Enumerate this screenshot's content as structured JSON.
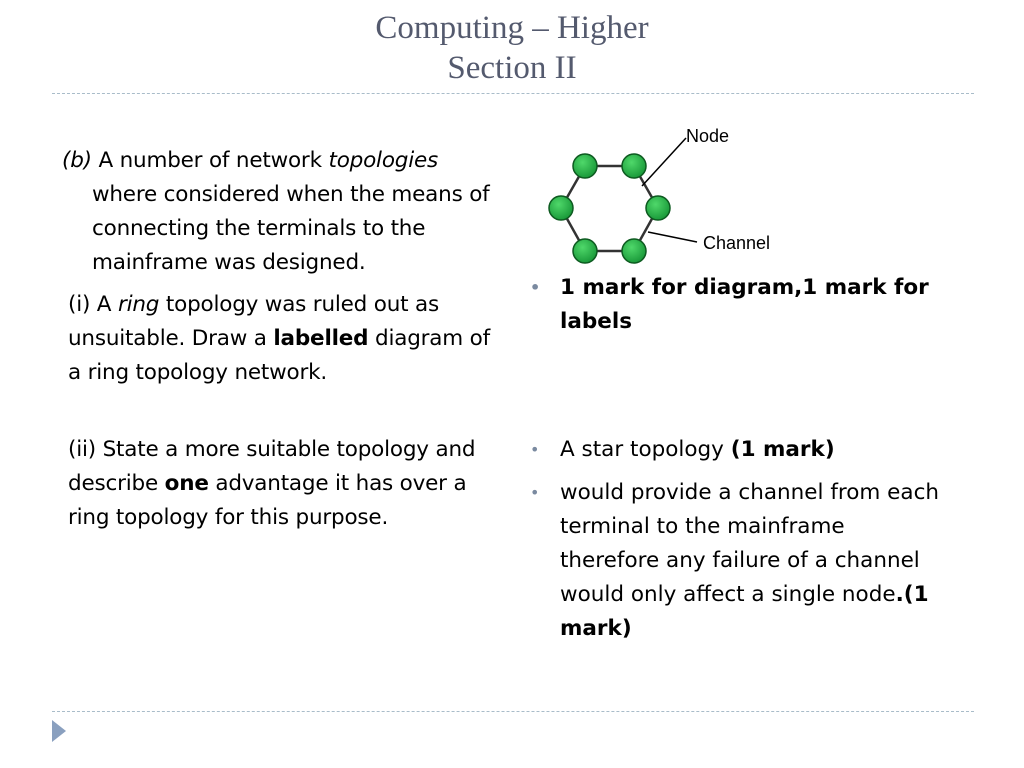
{
  "title": {
    "line1": "Computing – Higher",
    "line2": "Section II"
  },
  "question": {
    "b": {
      "label": "(b)",
      "text_pre": "A number of network",
      "text_italic": "topologies",
      "text_cont": "where considered when the means of connecting the terminals to the mainframe was designed."
    },
    "i": {
      "label": "(i)",
      "text_pre": "A",
      "text_italic": "ring",
      "text_mid": "topology was ruled out as unsuitable. Draw a",
      "text_bold": "labelled",
      "text_end": "diagram of a ring topology network."
    },
    "ii": {
      "label": "(ii)",
      "text_pre": "State a more suitable topology and describe",
      "text_bold": "one",
      "text_end": "advantage it has over a ring topology for this purpose."
    }
  },
  "diagram": {
    "label_node": "Node",
    "label_channel": "Channel",
    "node_color": "#1a9a3a"
  },
  "answers": {
    "a1": "1 mark for diagram,1 mark for labels",
    "a2_text": "A star topology",
    "a2_bold": "(1 mark)",
    "a3_text": "would provide a channel from each terminal to the mainframe therefore any failure of a channel would only affect a single node",
    "a3_bold": ".(1 mark)"
  },
  "bullet_char": "•"
}
